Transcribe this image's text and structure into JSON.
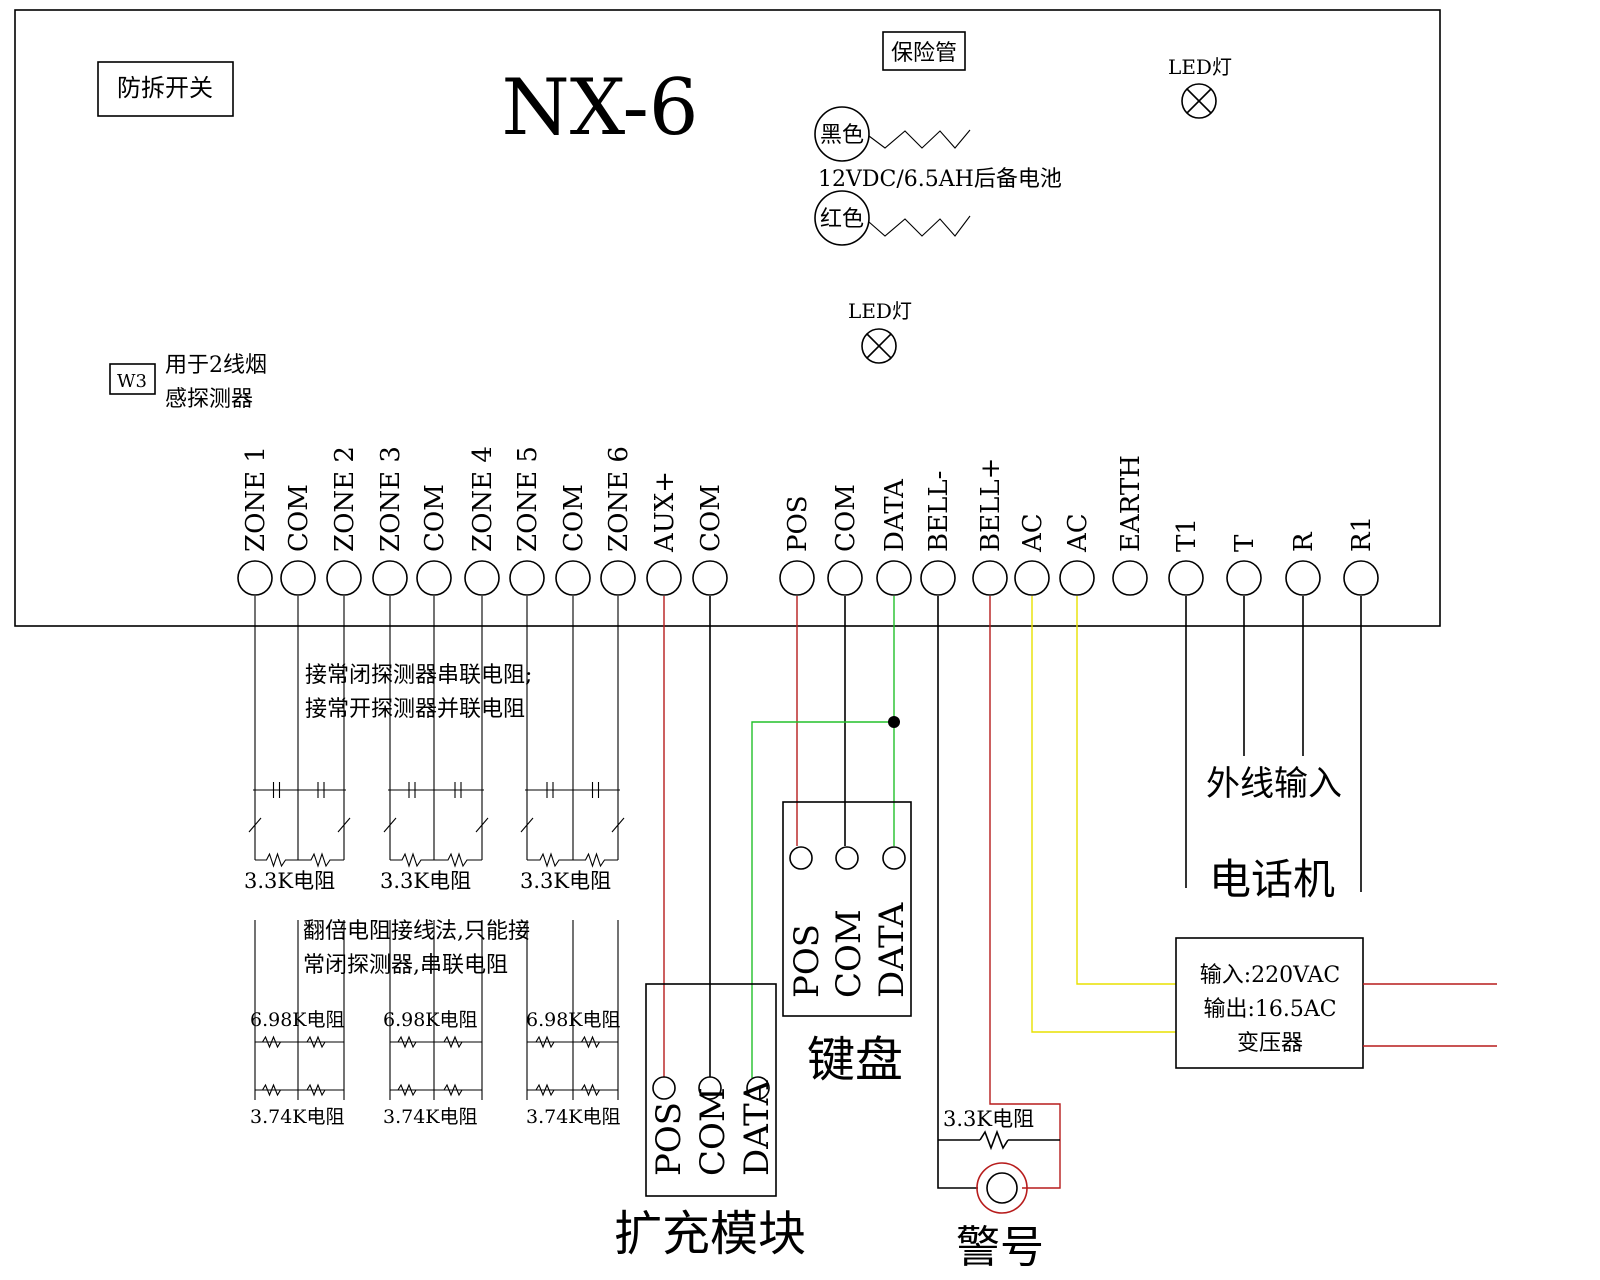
{
  "panel": {
    "model": "NX-6",
    "tamper_switch": "防拆开关",
    "fuse": "保险管",
    "led_top": "LED灯",
    "led_mid": "LED灯",
    "battery_black": "黑色",
    "battery_red": "红色",
    "battery_label": "12VDC/6.5AH后备电池",
    "jumper": "W3",
    "jumper_note_1": "用于2线烟",
    "jumper_note_2": "感探测器"
  },
  "terminals": [
    "ZONE 1",
    "COM",
    "ZONE 2",
    "ZONE 3",
    "COM",
    "ZONE 4",
    "ZONE 5",
    "COM",
    "ZONE 6",
    "AUX+",
    "COM",
    "POS",
    "COM",
    "DATA",
    "BELL-",
    "BELL+",
    "AC",
    "AC",
    "EARTH",
    "T1",
    "T",
    "R",
    "R1"
  ],
  "notes": {
    "nc_series": "接常闭探测器串联电阻;",
    "no_parallel": "接常开探测器并联电阻",
    "double_1": "翻倍电阻接线法,只能接",
    "double_2": "常闭探测器,串联电阻"
  },
  "resistors": {
    "r33": [
      "3.3K电阻",
      "3.3K电阻",
      "3.3K电阻"
    ],
    "r698": [
      "6.98K电阻",
      "6.98K电阻",
      "6.98K电阻"
    ],
    "r374": [
      "3.74K电阻",
      "3.74K电阻",
      "3.74K电阻"
    ],
    "bell_res": "3.3K电阻"
  },
  "expansion": {
    "title": "扩充模块",
    "pins": [
      "POS",
      "COM",
      "DATA"
    ]
  },
  "keypad": {
    "title": "键盘",
    "pins": [
      "POS",
      "COM",
      "DATA"
    ]
  },
  "siren": {
    "title": "警号"
  },
  "phone": {
    "line_in": "外线输入",
    "phone": "电话机"
  },
  "transformer": {
    "line1": "输入:220VAC",
    "line2": "输出:16.5AC",
    "line3": "变压器"
  }
}
